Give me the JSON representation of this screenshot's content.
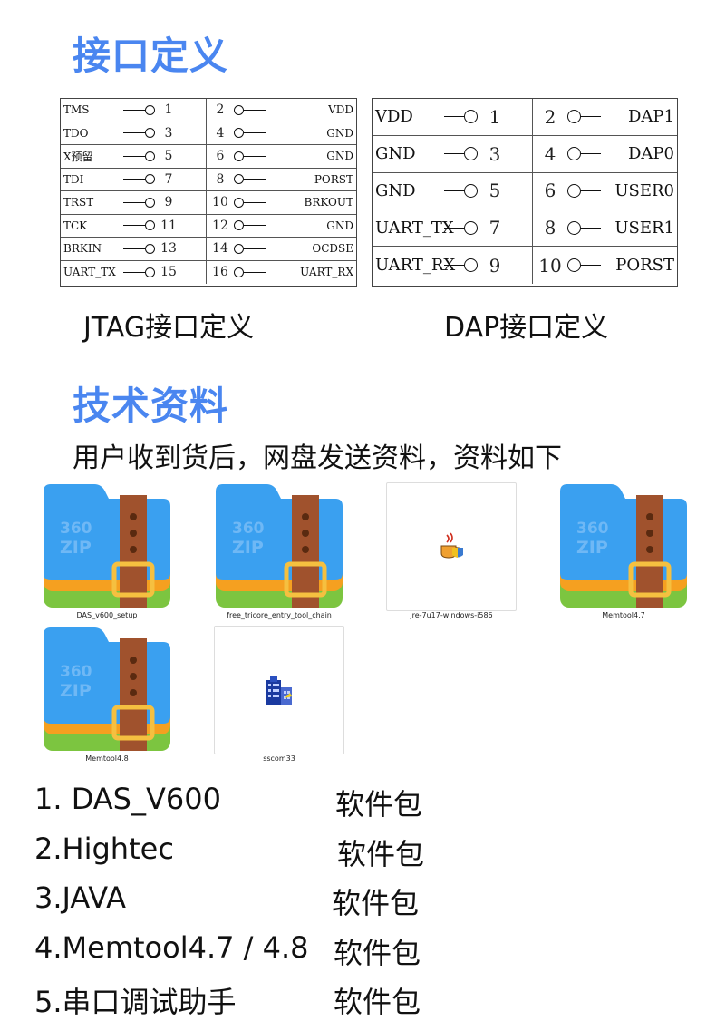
{
  "headings": {
    "interface": "接口定义",
    "tech": "技术资料"
  },
  "jtag": {
    "caption": "JTAG接口定义",
    "rows": [
      {
        "l_sig": "TMS",
        "l_num": "1",
        "r_num": "2",
        "r_sig": "VDD"
      },
      {
        "l_sig": "TDO",
        "l_num": "3",
        "r_num": "4",
        "r_sig": "GND"
      },
      {
        "l_sig": "X预留",
        "l_num": "5",
        "r_num": "6",
        "r_sig": "GND"
      },
      {
        "l_sig": "TDI",
        "l_num": "7",
        "r_num": "8",
        "r_sig": "PORST"
      },
      {
        "l_sig": "TRST",
        "l_num": "9",
        "r_num": "10",
        "r_sig": "BRKOUT"
      },
      {
        "l_sig": "TCK",
        "l_num": "11",
        "r_num": "12",
        "r_sig": "GND"
      },
      {
        "l_sig": "BRKIN",
        "l_num": "13",
        "r_num": "14",
        "r_sig": "OCDSE"
      },
      {
        "l_sig": "UART_TX",
        "l_num": "15",
        "r_num": "16",
        "r_sig": "UART_RX"
      }
    ]
  },
  "dap": {
    "caption": "DAP接口定义",
    "rows": [
      {
        "l_sig": "VDD",
        "l_num": "1",
        "r_num": "2",
        "r_sig": "DAP1"
      },
      {
        "l_sig": "GND",
        "l_num": "3",
        "r_num": "4",
        "r_sig": "DAP0"
      },
      {
        "l_sig": "GND",
        "l_num": "5",
        "r_num": "6",
        "r_sig": "USER0"
      },
      {
        "l_sig": "UART_TX",
        "l_num": "7",
        "r_num": "8",
        "r_sig": "USER1"
      },
      {
        "l_sig": "UART_RX",
        "l_num": "9",
        "r_num": "10",
        "r_sig": "PORST"
      }
    ]
  },
  "subtitle": "用户收到货后，网盘发送资料，资料如下",
  "files": [
    {
      "name": "DAS_v600_setup",
      "icon": "zip-archive-icon",
      "logo": "360\nZIP"
    },
    {
      "name": "free_tricore_entry_tool_chain",
      "icon": "zip-archive-icon",
      "logo": "360\nZIP"
    },
    {
      "name": "jre-7u17-windows-i586",
      "icon": "java-installer-icon"
    },
    {
      "name": "Memtool4.7",
      "icon": "zip-archive-icon",
      "logo": "360\nZIP"
    },
    {
      "name": "Memtool4.8",
      "icon": "zip-archive-icon",
      "logo": "360\nZIP"
    },
    {
      "name": "sscom33",
      "icon": "building-app-icon"
    }
  ],
  "packages": [
    {
      "name": "1. DAS_V600",
      "tag": "软件包"
    },
    {
      "name": "2.Hightec",
      "tag": "软件包"
    },
    {
      "name": "3.JAVA",
      "tag": "软件包"
    },
    {
      "name": "4.Memtool4.7 / 4.8",
      "tag": "软件包"
    },
    {
      "name": "5.串口调试助手",
      "tag": "软件包"
    }
  ],
  "colors": {
    "heading": "#4a86f0",
    "zip_blue": "#3aa0f0",
    "zip_orange": "#f5a020",
    "zip_green": "#7cc540",
    "zip_strap": "#a0522d"
  }
}
